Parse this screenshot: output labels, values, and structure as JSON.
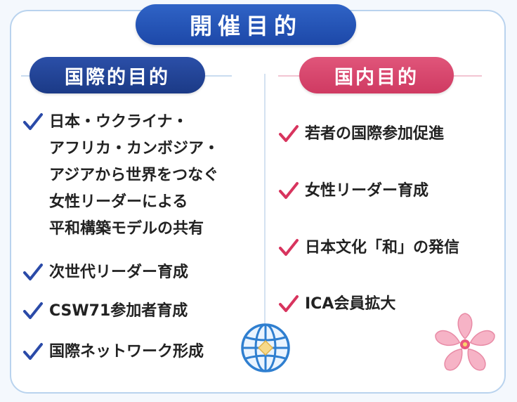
{
  "title": "開催目的",
  "international": {
    "heading": "国際的目的",
    "items": [
      "日本・ウクライナ・\nアフリカ・カンボジア・\nアジアから世界をつなぐ\n女性リーダーによる\n平和構築モデルの共有",
      "次世代リーダー育成",
      "CSW71参加者育成",
      "国際ネットワーク形成"
    ]
  },
  "domestic": {
    "heading": "国内目的",
    "items": [
      "若者の国際参加促進",
      "女性リーダー育成",
      "日本文化「和」の発信",
      "ICA会員拡大"
    ]
  },
  "colors": {
    "blue": "#1d48a8",
    "pink": "#cf3a62",
    "check_blue": "#2a4aa8",
    "check_pink": "#d8345e"
  },
  "icons": [
    "check-icon",
    "globe-icon",
    "sakura-flower-icon"
  ]
}
